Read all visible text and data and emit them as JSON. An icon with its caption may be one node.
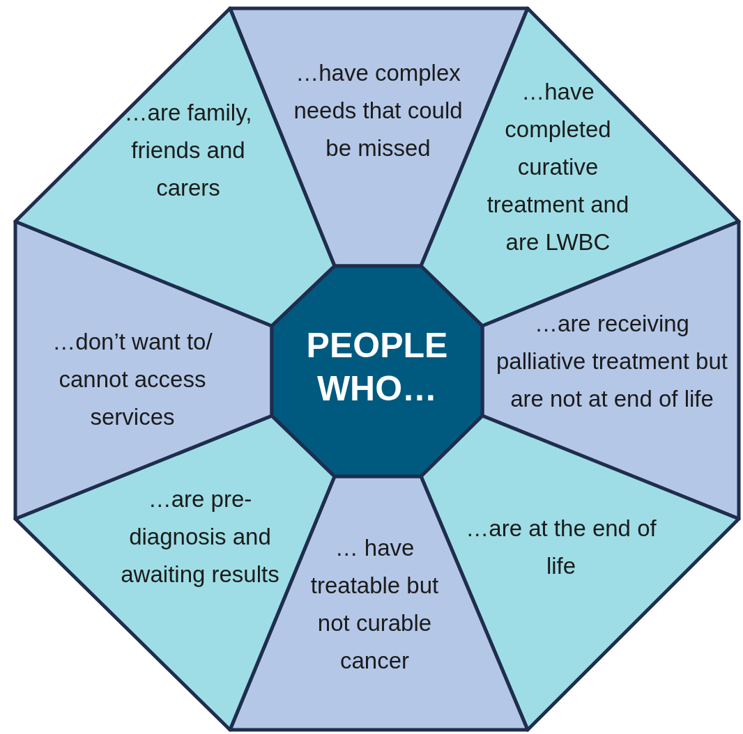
{
  "diagram": {
    "nodes": [
      {
        "text": [
          "PEOPLE WHO…"
        ]
      },
      {
        "text": [
          "…have complex needs that could be missed"
        ]
      },
      {
        "text": [
          "…have completed curative treatment and are LWBC"
        ]
      },
      {
        "text": [
          "…are receiving palliative treatment but are not at end of life"
        ]
      },
      {
        "text": [
          "…are at the end of life"
        ]
      },
      {
        "text": [
          "… have treatable but not curable cancer"
        ]
      },
      {
        "text": [
          "…are pre-diagnosis and awaiting results"
        ]
      },
      {
        "text": [
          "…don’t want to/ cannot access services"
        ]
      },
      {
        "text": [
          "…are family, friends and carers"
        ]
      }
    ]
  }
}
